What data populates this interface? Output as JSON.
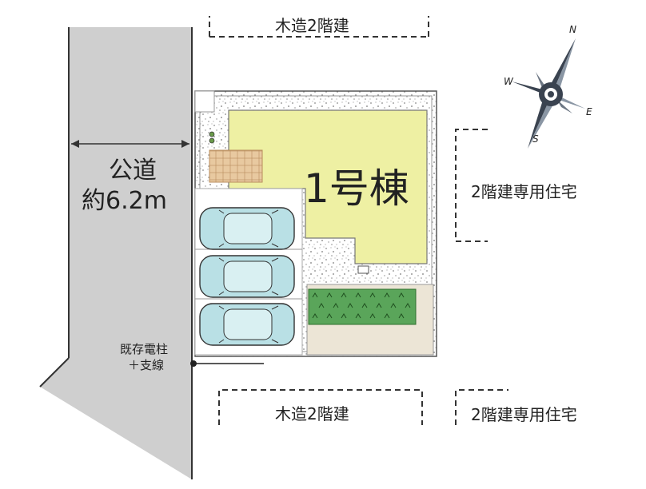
{
  "road": {
    "line1": "公道",
    "line2": "約6.2m"
  },
  "building": {
    "label": "1号棟"
  },
  "neighbors": {
    "top": "木造2階建",
    "right": "2階建専用住宅",
    "bottom_left": "木造2階建",
    "bottom_right": "2階建専用住宅"
  },
  "utility_pole": {
    "line1": "既存電柱",
    "line2": "＋支線"
  },
  "compass": {
    "n": "N",
    "e": "E",
    "s": "S",
    "w": "W"
  },
  "colors": {
    "road": "#cfcfcf",
    "building": "#eef0a3",
    "lawn": "#5aa55a",
    "deck": "#e8c9a0",
    "paving": "#ece5d6",
    "car": "#b9e0e5"
  }
}
